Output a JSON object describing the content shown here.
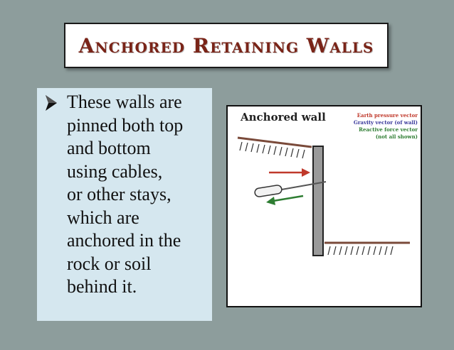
{
  "title": "Anchored Retaining Walls",
  "bullet": {
    "lines": [
      "These walls are",
      "pinned both top",
      "and bottom",
      "using cables,",
      "or other stays,",
      "which are",
      "anchored in the",
      "rock or soil",
      "behind it."
    ]
  },
  "figure": {
    "title": "Anchored wall",
    "legend": [
      {
        "text": "Earth pressure vector",
        "color": "#c0392b"
      },
      {
        "text": "Gravity vector (of wall)",
        "color": "#3b3a9c"
      },
      {
        "text": "Reactive force vector",
        "color": "#2e7d32"
      },
      {
        "text": "(not all shown)",
        "color": "#2e7d32"
      }
    ]
  },
  "colors": {
    "background": "#8d9d9c",
    "title_text": "#7a2418",
    "panel": "#d5e7ef",
    "ground": "#7a4a3a",
    "earth_pressure": "#c0392b",
    "reactive": "#2e7d32"
  }
}
